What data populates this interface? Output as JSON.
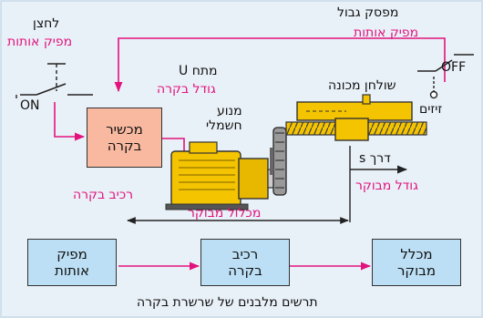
{
  "labels": {
    "push_switch": "לחצן",
    "push_switch_signal": "מפיק אותות",
    "on": "ON",
    "limit_switch": "מפסק גבול",
    "limit_switch_signal": "מפיק אותות",
    "off": "OFF",
    "tripper": "זיזים",
    "voltage": "מתח U",
    "voltage_quantity": "גודל בקרה",
    "machine_table": "שולחן מכונה",
    "motor": "מנוע\nחשמלי",
    "control_device": "מכשיר\nבקרה",
    "control_component": "רכיב בקרה",
    "displacement": "דרך s",
    "controlled_quantity": "גודל מבוקר",
    "controlled_system": "מכלול מבוקר"
  },
  "block_diagram": {
    "blocks": [
      "מפיק\nאותות",
      "רכיב\nבקרה",
      "מכלל\nמבוקר"
    ],
    "caption": "תרשים מלבנים של שרשרת בקרה"
  },
  "colors": {
    "background": "#e9f1f8",
    "accent": "#e2137d",
    "block_fill": "#bcdff5",
    "controller_fill": "#f8b9a0",
    "motor_fill": "#f5c400"
  }
}
